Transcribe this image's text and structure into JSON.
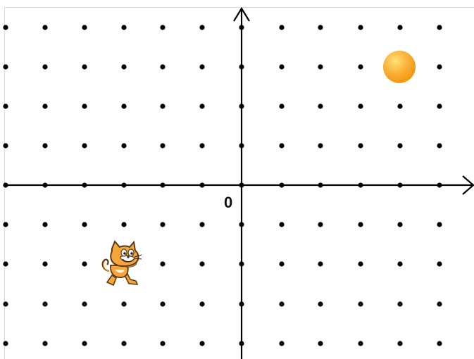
{
  "stage": {
    "origin_label": "0",
    "grid": "dot grid",
    "axes": [
      "x-axis",
      "y-axis"
    ]
  },
  "sprites": [
    {
      "name": "cat-sprite",
      "icon": "scratch-cat-icon"
    },
    {
      "name": "ball-sprite",
      "icon": "orange-ball-icon"
    }
  ],
  "colors": {
    "background": "#ffffff",
    "dots": "#000000",
    "axes": "#000000",
    "cat_orange": "#f7a53a",
    "ball_orange": "#fbb33c"
  }
}
